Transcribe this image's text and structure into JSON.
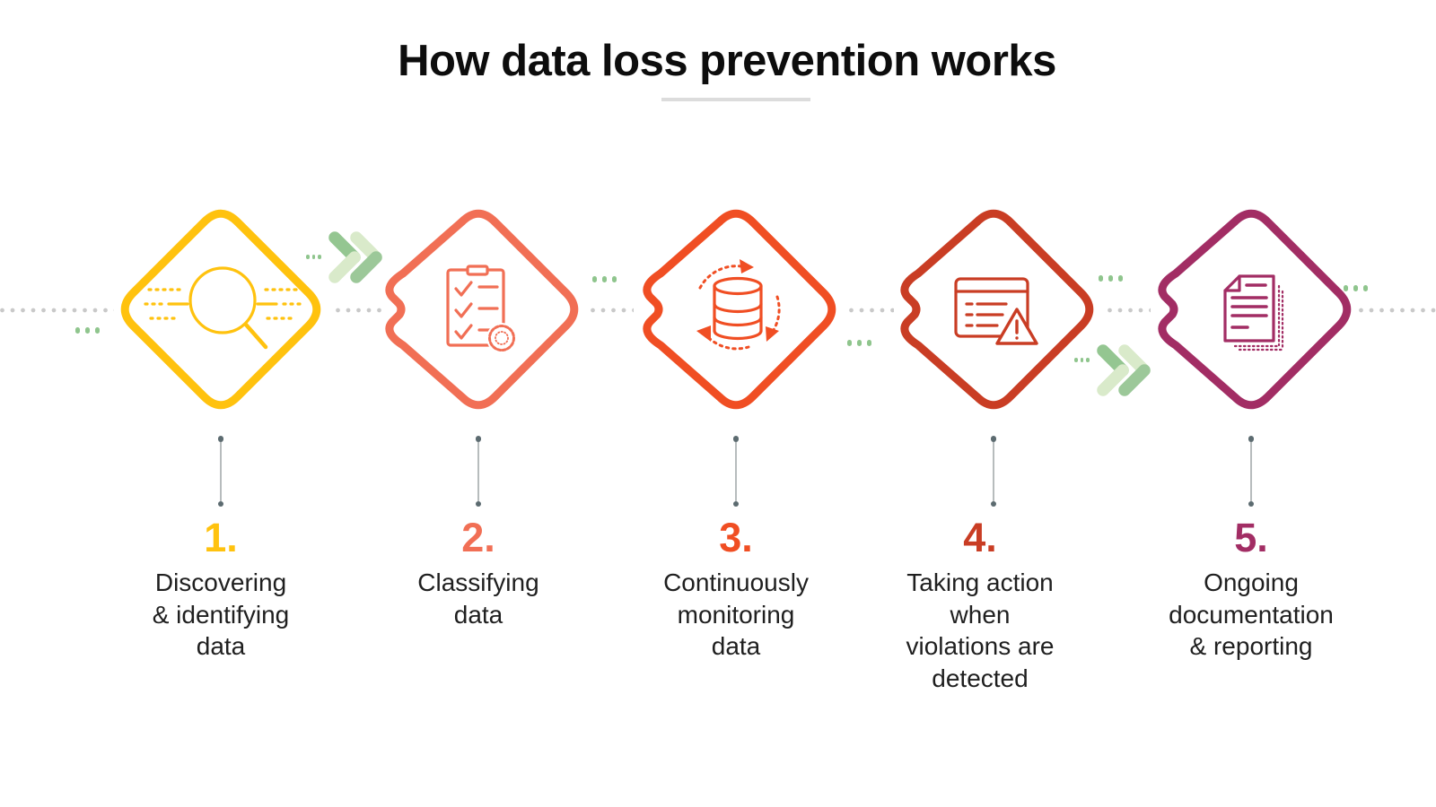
{
  "title": "How data loss prevention works",
  "steps": [
    {
      "number": "1.",
      "label": "Discovering\n& identifying\ndata",
      "color": "#FFC20E",
      "icon": "magnifier-scan-icon"
    },
    {
      "number": "2.",
      "label": "Classifying\ndata",
      "color": "#F16F55",
      "icon": "clipboard-checklist-icon"
    },
    {
      "number": "3.",
      "label": "Continuously\nmonitoring\ndata",
      "color": "#F04E23",
      "icon": "database-sync-icon"
    },
    {
      "number": "4.",
      "label": "Taking action\nwhen\nviolations are\ndetected",
      "color": "#C93D24",
      "icon": "window-warning-icon"
    },
    {
      "number": "5.",
      "label": "Ongoing\ndocumentation\n& reporting",
      "color": "#A22D64",
      "icon": "document-report-icon"
    }
  ],
  "colors": {
    "title": "#0D0D0D",
    "text": "#1F1F1F",
    "underline": "#DCDCDC",
    "gray_dot": "#C9C9C9",
    "green_dot": "#8FC58D",
    "pin_line": "#B7BCBD",
    "pin_dot": "#5C6B70",
    "chevron_mid": "#94C691",
    "chevron_pale": "#D9EACA",
    "chevron_deep": "#9CC899"
  }
}
